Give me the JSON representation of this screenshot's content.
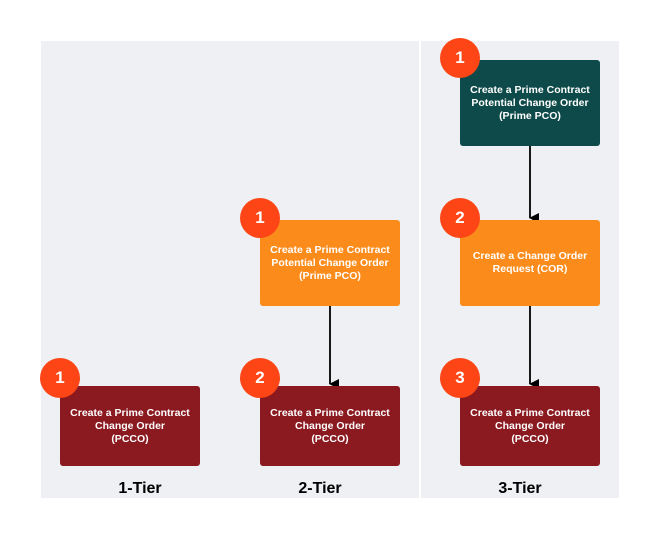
{
  "colors": {
    "column_background": "#eef0f3",
    "badge": "#fd4516",
    "pcco_box": "#8a1a20",
    "orange_box": "#fb8c1c",
    "teal_box": "#0f4a4a",
    "arrow": "#000000"
  },
  "columns": [
    {
      "label": "1-Tier",
      "steps": [
        {
          "number": "1",
          "text": "Create a Prime Contract\nChange Order\n(PCCO)"
        }
      ]
    },
    {
      "label": "2-Tier",
      "steps": [
        {
          "number": "1",
          "text": "Create a Prime Contract\nPotential Change Order\n(Prime PCO)"
        },
        {
          "number": "2",
          "text": "Create a Prime Contract\nChange Order\n(PCCO)"
        }
      ]
    },
    {
      "label": "3-Tier",
      "steps": [
        {
          "number": "1",
          "text": "Create a Prime Contract\nPotential Change Order\n(Prime PCO)"
        },
        {
          "number": "2",
          "text": "Create a Change Order\nRequest (COR)"
        },
        {
          "number": "3",
          "text": "Create a Prime Contract\nChange Order\n(PCCO)"
        }
      ]
    }
  ]
}
